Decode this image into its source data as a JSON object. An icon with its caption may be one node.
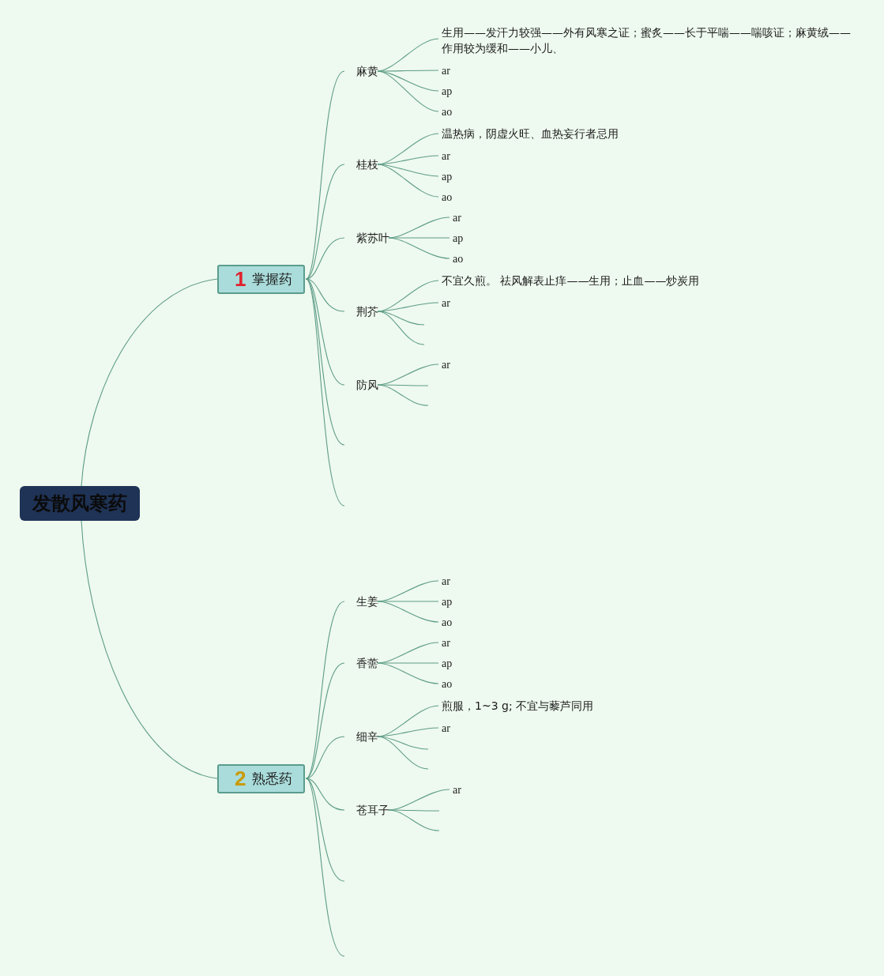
{
  "diagram": {
    "nodes": [
      {
        "text": [
          "发散风寒药"
        ]
      },
      {
        "text": [
          "1",
          "掌握药"
        ]
      },
      {
        "text": [
          "麻黄"
        ]
      },
      {
        "text": [
          "生用——发汗力较强——外有风寒之证；蜜炙——长于平喘——喘咳证；麻黄绒——作用较为缓和——小儿、"
        ]
      },
      {
        "text": [
          "ar"
        ]
      },
      {
        "text": [
          "ap"
        ]
      },
      {
        "text": [
          "ao"
        ]
      },
      {
        "text": [
          "桂枝"
        ]
      },
      {
        "text": [
          "温热病，阴虚火旺、血热妄行者忌用"
        ]
      },
      {
        "text": [
          "ar"
        ]
      },
      {
        "text": [
          "ap"
        ]
      },
      {
        "text": [
          "ao"
        ]
      },
      {
        "text": [
          "紫苏叶"
        ]
      },
      {
        "text": [
          "ar"
        ]
      },
      {
        "text": [
          "ap"
        ]
      },
      {
        "text": [
          "ao"
        ]
      },
      {
        "text": [
          "荆芥"
        ]
      },
      {
        "text": [
          "不宜久煎。 祛风解表止痒——生用；止血——炒炭用"
        ]
      },
      {
        "text": [
          "ar"
        ]
      },
      {
        "text": [
          "防风"
        ]
      },
      {
        "text": [
          "ar"
        ]
      },
      {
        "text": [
          "2",
          "熟悉药"
        ]
      },
      {
        "text": [
          "生姜"
        ]
      },
      {
        "text": [
          "ar"
        ]
      },
      {
        "text": [
          "ap"
        ]
      },
      {
        "text": [
          "ao"
        ]
      },
      {
        "text": [
          "香薷"
        ]
      },
      {
        "text": [
          "ar"
        ]
      },
      {
        "text": [
          "ap"
        ]
      },
      {
        "text": [
          "ao"
        ]
      },
      {
        "text": [
          "细辛"
        ]
      },
      {
        "text": [
          "煎服，1~3 g; 不宜与藜芦同用"
        ]
      },
      {
        "text": [
          "ar"
        ]
      },
      {
        "text": [
          "苍耳子"
        ]
      },
      {
        "text": [
          "ar"
        ]
      }
    ],
    "edges": [
      {
        "from": 0,
        "to": 1,
        "arrow": "none"
      },
      {
        "from": 0,
        "to": 21,
        "arrow": "none"
      },
      {
        "from": 1,
        "to": 2,
        "arrow": "none"
      },
      {
        "from": 1,
        "to": 7,
        "arrow": "none"
      },
      {
        "from": 1,
        "to": 12,
        "arrow": "none"
      },
      {
        "from": 1,
        "to": 16,
        "arrow": "none"
      },
      {
        "from": 1,
        "to": 19,
        "arrow": "none"
      },
      {
        "from": 1,
        "to": null,
        "arrow": "none"
      },
      {
        "from": 1,
        "to": null,
        "arrow": "none"
      },
      {
        "from": 2,
        "to": 3,
        "arrow": "none"
      },
      {
        "from": 2,
        "to": 4,
        "arrow": "none"
      },
      {
        "from": 2,
        "to": 5,
        "arrow": "none"
      },
      {
        "from": 2,
        "to": 6,
        "arrow": "none"
      },
      {
        "from": 7,
        "to": 8,
        "arrow": "none"
      },
      {
        "from": 7,
        "to": 9,
        "arrow": "none"
      },
      {
        "from": 7,
        "to": 10,
        "arrow": "none"
      },
      {
        "from": 7,
        "to": 11,
        "arrow": "none"
      },
      {
        "from": 12,
        "to": 13,
        "arrow": "none"
      },
      {
        "from": 12,
        "to": 14,
        "arrow": "none"
      },
      {
        "from": 12,
        "to": 15,
        "arrow": "none"
      },
      {
        "from": 16,
        "to": 17,
        "arrow": "none"
      },
      {
        "from": 16,
        "to": 18,
        "arrow": "none"
      },
      {
        "from": 16,
        "to": null,
        "arrow": "none"
      },
      {
        "from": 16,
        "to": null,
        "arrow": "none"
      },
      {
        "from": 19,
        "to": 20,
        "arrow": "none"
      },
      {
        "from": 19,
        "to": null,
        "arrow": "none"
      },
      {
        "from": 19,
        "to": null,
        "arrow": "none"
      },
      {
        "from": 21,
        "to": 22,
        "arrow": "none"
      },
      {
        "from": 21,
        "to": 26,
        "arrow": "none"
      },
      {
        "from": 21,
        "to": 30,
        "arrow": "none"
      },
      {
        "from": 21,
        "to": 33,
        "arrow": "none"
      },
      {
        "from": 21,
        "to": null,
        "arrow": "none"
      },
      {
        "from": 21,
        "to": null,
        "arrow": "none"
      },
      {
        "from": 22,
        "to": 23,
        "arrow": "none"
      },
      {
        "from": 22,
        "to": 24,
        "arrow": "none"
      },
      {
        "from": 22,
        "to": 25,
        "arrow": "none"
      },
      {
        "from": 26,
        "to": 27,
        "arrow": "none"
      },
      {
        "from": 26,
        "to": 28,
        "arrow": "none"
      },
      {
        "from": 26,
        "to": 29,
        "arrow": "none"
      },
      {
        "from": 30,
        "to": 31,
        "arrow": "none"
      },
      {
        "from": 30,
        "to": 32,
        "arrow": "none"
      },
      {
        "from": 30,
        "to": null,
        "arrow": "none"
      },
      {
        "from": 30,
        "to": null,
        "arrow": "none"
      },
      {
        "from": 33,
        "to": 34,
        "arrow": "none"
      },
      {
        "from": 33,
        "to": null,
        "arrow": "none"
      },
      {
        "from": 33,
        "to": null,
        "arrow": "none"
      }
    ]
  }
}
